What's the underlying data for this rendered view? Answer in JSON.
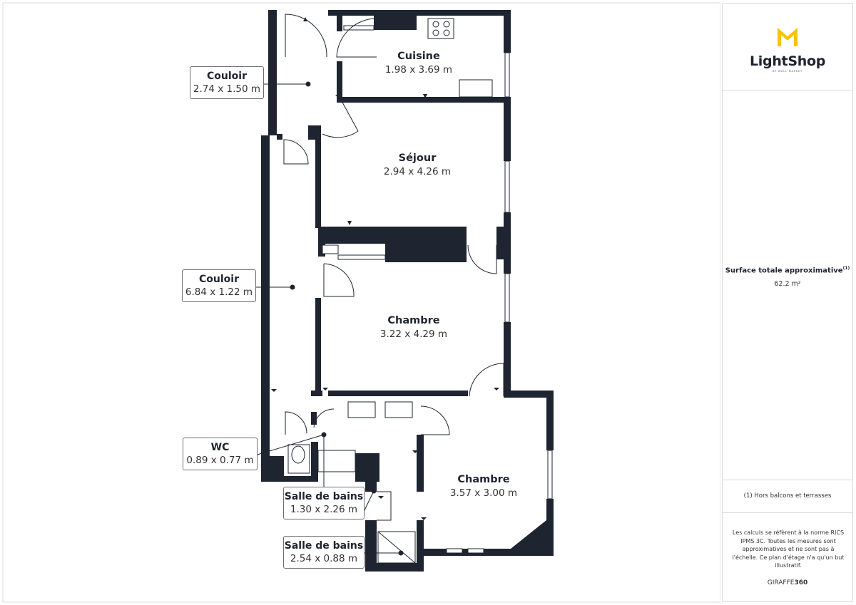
{
  "rooms": [
    {
      "id": "cuisine",
      "name": "Cuisine",
      "dims": "1.98 x 3.69 m"
    },
    {
      "id": "sejour",
      "name": "Séjour",
      "dims": "2.94 x 4.26 m"
    },
    {
      "id": "chambre-1",
      "name": "Chambre",
      "dims": "3.22 x 4.29 m"
    },
    {
      "id": "chambre-2",
      "name": "Chambre",
      "dims": "3.57 x 3.00 m"
    }
  ],
  "callouts": [
    {
      "id": "couloir-1",
      "name": "Couloir",
      "dims": "2.74 x 1.50 m"
    },
    {
      "id": "couloir-2",
      "name": "Couloir",
      "dims": "6.84 x 1.22 m"
    },
    {
      "id": "wc",
      "name": "WC",
      "dims": "0.89 x 0.77 m"
    },
    {
      "id": "sdb-1",
      "name": "Salle de bains",
      "dims": "1.30 x 2.26 m"
    },
    {
      "id": "sdb-2",
      "name": "Salle de bains",
      "dims": "2.54 x 0.88 m"
    }
  ],
  "sidebar": {
    "brand": "LightShop",
    "brand_sub": "BY WELL MARKET",
    "surface_title": "Surface totale approximative",
    "surface_sup": "(1)",
    "surface_value": "62.2 m²",
    "footnote": "(1) Hors balcons et terrasses",
    "disclaimer": "Les calculs se réfèrent à la norme RICS IPMS 3C. Toutes les mesures sont approximatives et ne sont pas à l'échelle. Ce plan d'étage n'a qu'un but illustratif.",
    "credit_light": "GIRAFFE",
    "credit_bold": "360"
  },
  "colors": {
    "wall": "#1e2530",
    "logo_accent": "#f5c400",
    "text": "#1e2530",
    "border": "#d9dbde"
  }
}
